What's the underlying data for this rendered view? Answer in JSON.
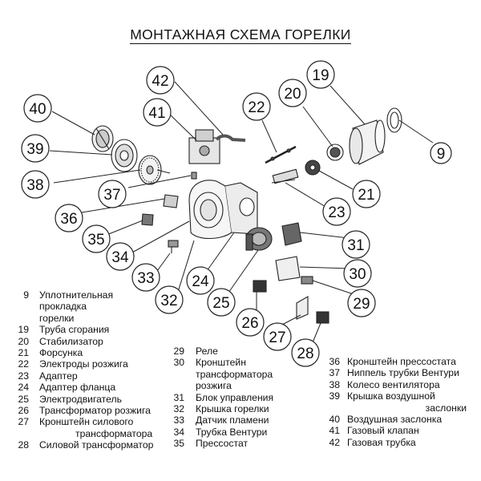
{
  "title": "МОНТАЖНАЯ СХЕМА ГОРЕЛКИ",
  "callouts": [
    "42",
    "41",
    "40",
    "39",
    "38",
    "37",
    "36",
    "35",
    "34",
    "33",
    "32",
    "24",
    "25",
    "26",
    "27",
    "28",
    "29",
    "30",
    "31",
    "23",
    "21",
    "22",
    "20",
    "19",
    "9"
  ],
  "legend_left": [
    {
      "num": "9",
      "lines": [
        "Уплотнительная",
        "прокладка",
        "горелки"
      ]
    },
    {
      "num": "19",
      "lines": [
        "Труба сгорания"
      ]
    },
    {
      "num": "20",
      "lines": [
        "Стабилизатор"
      ]
    },
    {
      "num": "21",
      "lines": [
        "Форсунка"
      ]
    },
    {
      "num": "22",
      "lines": [
        "Электроды розжига"
      ]
    },
    {
      "num": "23",
      "lines": [
        "Адаптер"
      ]
    },
    {
      "num": "24",
      "lines": [
        "Адаптер фланца"
      ]
    },
    {
      "num": "25",
      "lines": [
        "Электродвигатель"
      ]
    },
    {
      "num": "26",
      "lines": [
        "Трансформатор розжига"
      ]
    },
    {
      "num": "27",
      "lines": [
        "Кронштейн силового",
        "трансформатора"
      ]
    },
    {
      "num": "28",
      "lines": [
        "Силовой трансформатор"
      ]
    }
  ],
  "legend_mid": [
    {
      "num": "29",
      "lines": [
        "Реле"
      ]
    },
    {
      "num": "30",
      "lines": [
        "Кронштейн",
        "трансформатора",
        "розжига"
      ]
    },
    {
      "num": "31",
      "lines": [
        "Блок управления"
      ]
    },
    {
      "num": "32",
      "lines": [
        "Крышка горелки"
      ]
    },
    {
      "num": "33",
      "lines": [
        "Датчик пламени"
      ]
    },
    {
      "num": "34",
      "lines": [
        "Трубка Вентури"
      ]
    },
    {
      "num": "35",
      "lines": [
        "Прессостат"
      ]
    }
  ],
  "legend_right": [
    {
      "num": "36",
      "lines": [
        "Кронштейн прессостата"
      ]
    },
    {
      "num": "37",
      "lines": [
        "Ниппель трубки Вентури"
      ]
    },
    {
      "num": "38",
      "lines": [
        "Колесо вентилятора"
      ]
    },
    {
      "num": "39",
      "lines": [
        "Крышка воздушной",
        "заслонки"
      ]
    },
    {
      "num": "40",
      "lines": [
        "Воздушная заслонка"
      ]
    },
    {
      "num": "41",
      "lines": [
        "Газовый клапан"
      ]
    },
    {
      "num": "42",
      "lines": [
        "Газовая трубка"
      ]
    }
  ]
}
